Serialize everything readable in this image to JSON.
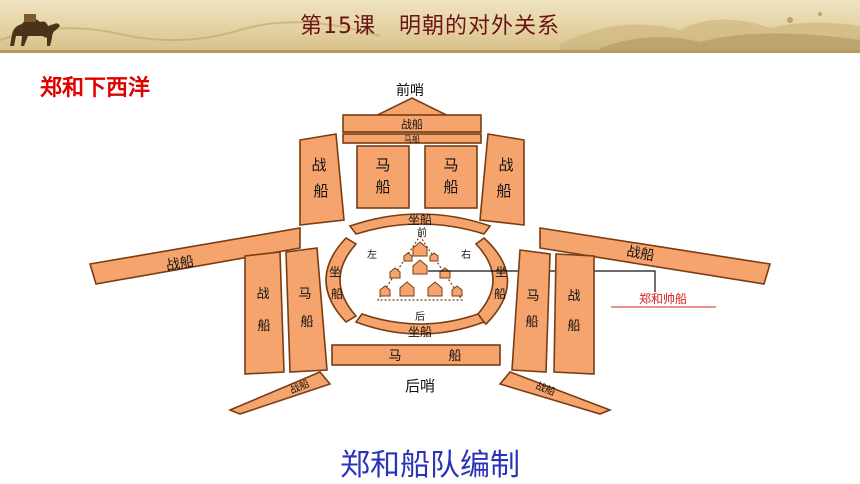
{
  "header": {
    "title": "第15课　明朝的对外关系"
  },
  "subtitle": "郑和下西洋",
  "caption": "郑和船队编制",
  "diagram": {
    "front_guard": "前哨",
    "rear_guard": "后哨",
    "warship": "战船",
    "warship_chars": [
      "战",
      "船"
    ],
    "horse_ship": "马船",
    "horse_ship_chars": [
      "马",
      "船"
    ],
    "grain_ship": "坐船",
    "grain_ship_chars": [
      "坐",
      "船"
    ],
    "flagship_label": "郑和帅船",
    "inner_front": "前",
    "inner_rear": "后",
    "inner_left": "左",
    "inner_right": "右"
  },
  "colors": {
    "ship_fill": "#f4a46c",
    "ship_stroke": "#7a3d12",
    "flagship_label": "#d42020",
    "caption": "#2b34b8"
  }
}
